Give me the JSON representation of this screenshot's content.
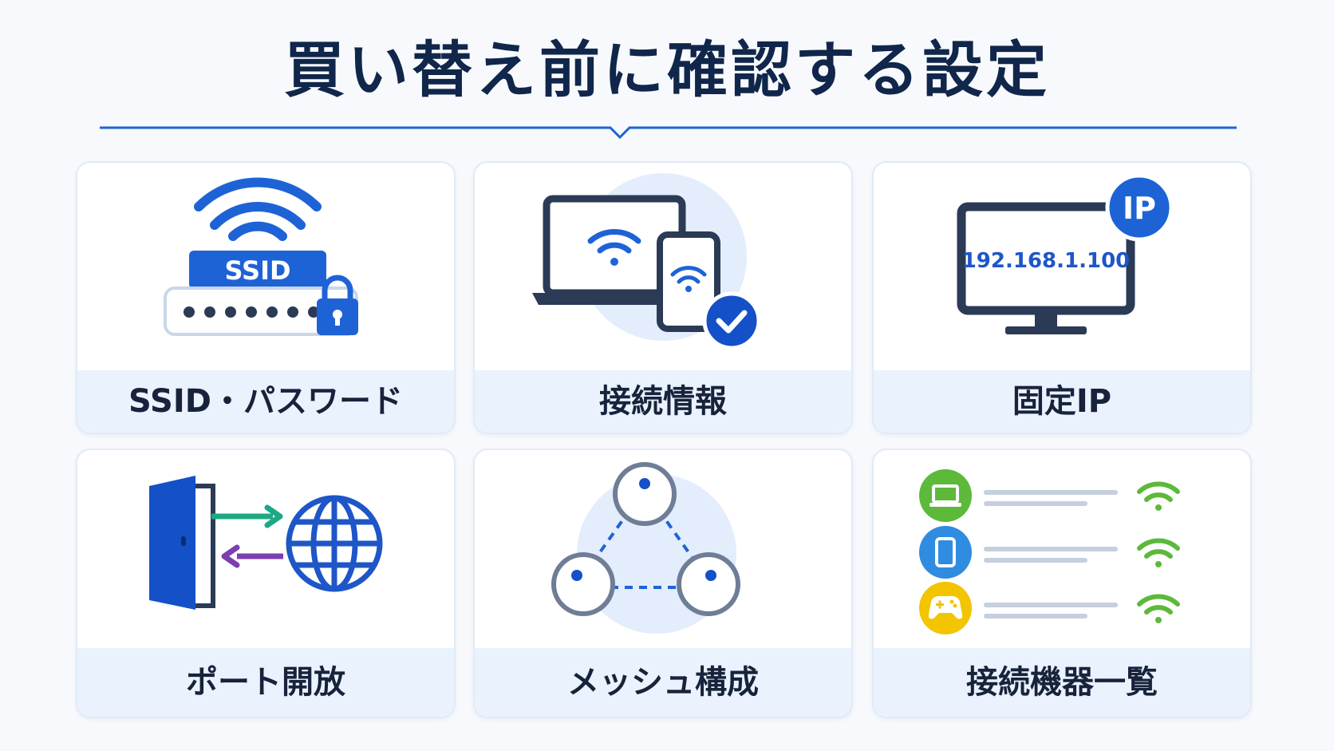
{
  "title": "買い替え前に確認する設定",
  "cards": [
    {
      "label": "SSID・パスワード",
      "icon": "wifi-ssid-password-icon",
      "badge_text": "SSID"
    },
    {
      "label": "接続情報",
      "icon": "devices-check-icon"
    },
    {
      "label": "固定IP",
      "icon": "monitor-ip-icon",
      "badge_text": "IP",
      "screen_text": "192.168.1.100"
    },
    {
      "label": "ポート開放",
      "icon": "door-globe-icon"
    },
    {
      "label": "メッシュ構成",
      "icon": "mesh-nodes-icon"
    },
    {
      "label": "接続機器一覧",
      "icon": "device-list-icon"
    }
  ],
  "colors": {
    "title": "#10264a",
    "accent_blue": "#1e63d6",
    "navy": "#2b3a55",
    "label_bg": "#eaf2fd",
    "green": "#5cb93a",
    "teal_arrow": "#1ea884",
    "purple_arrow": "#7b3fb0",
    "yellow": "#f3c400",
    "light_blue": "#2f8ce0"
  }
}
